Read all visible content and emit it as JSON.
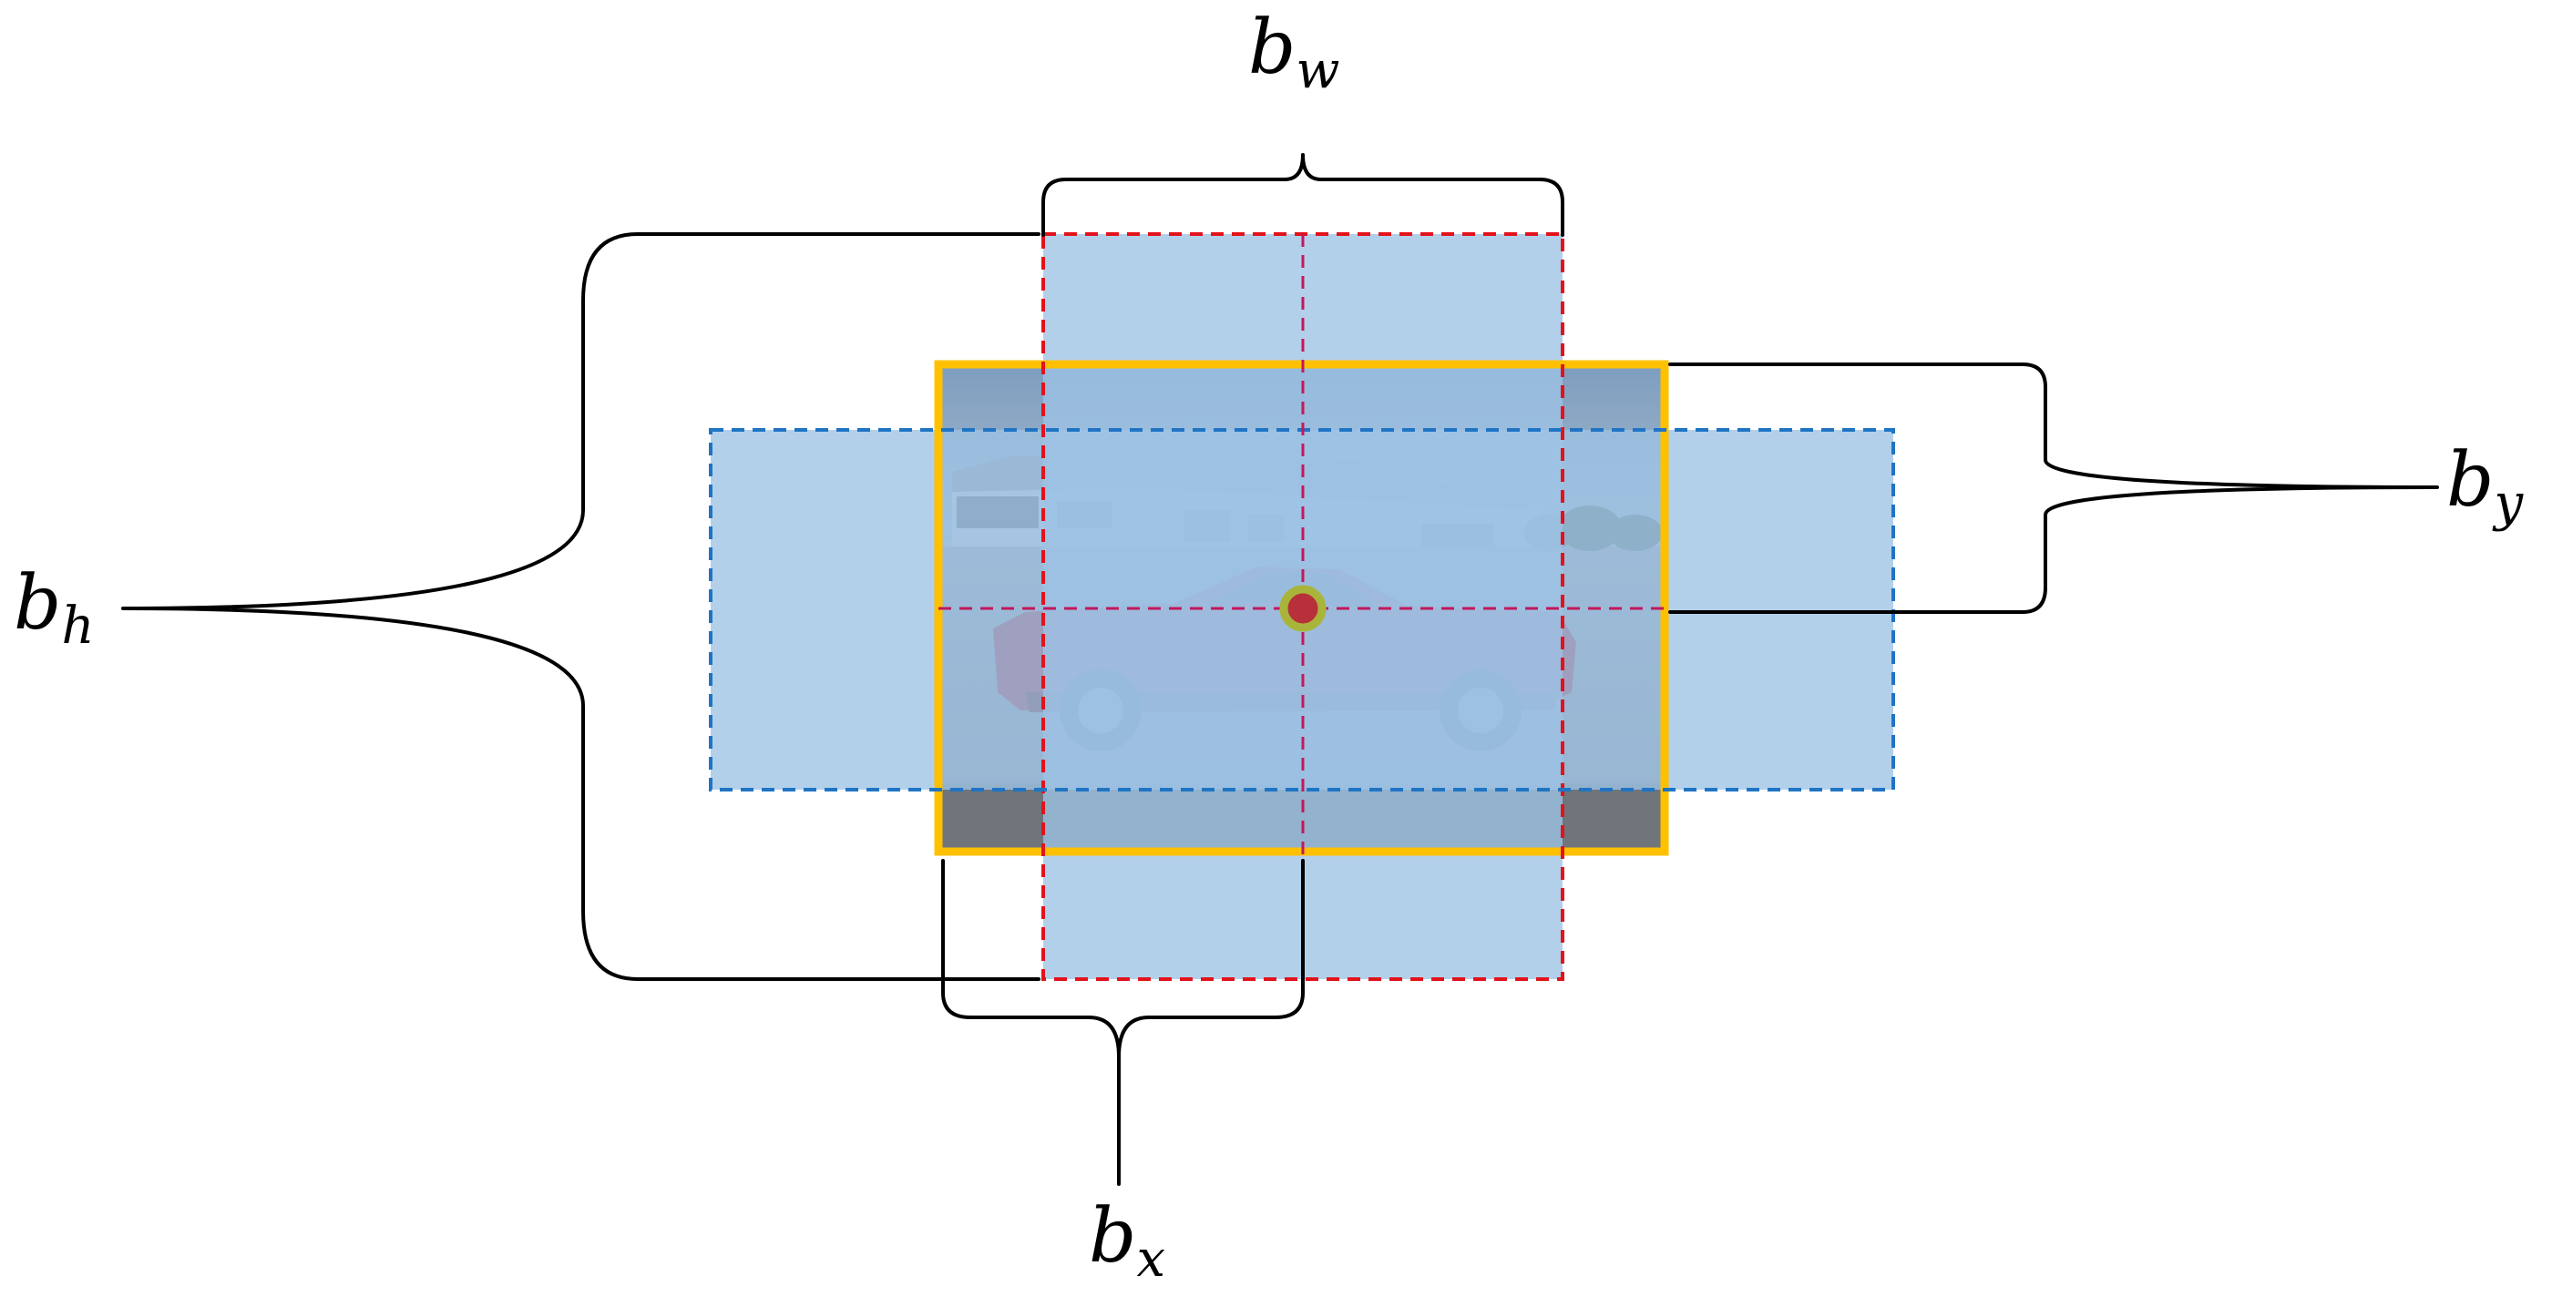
{
  "colors": {
    "image_box": "#FFC000",
    "red_anchor_outline": "#E3121B",
    "blue_anchor_outline": "#1F74C4",
    "anchor_fill": "#9DC3E6",
    "center_marker_ring": "#A9B53A",
    "center_marker_dot": "#B8303A",
    "sky": "#8FA9C2",
    "pavement": "#8F969C",
    "building": "#B9C2CC",
    "car": "#A5283A"
  },
  "labels": {
    "bw": {
      "base": "b",
      "sub": "w"
    },
    "bh": {
      "base": "b",
      "sub": "h"
    },
    "by": {
      "base": "b",
      "sub": "y"
    },
    "bx": {
      "base": "b",
      "sub": "x"
    }
  },
  "icons": {
    "photo": "car-photo",
    "center": "center-point-marker"
  }
}
